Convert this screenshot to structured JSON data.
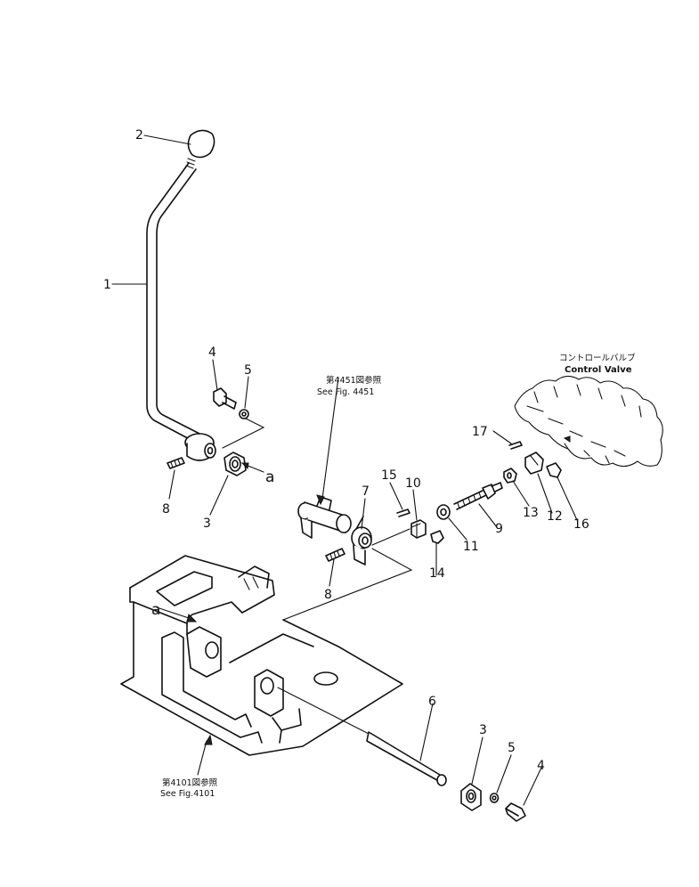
{
  "callouts": [
    {
      "id": "c1",
      "label": "1"
    },
    {
      "id": "c2",
      "label": "2"
    },
    {
      "id": "c3a",
      "label": "3"
    },
    {
      "id": "c3b",
      "label": "3"
    },
    {
      "id": "c4a",
      "label": "4"
    },
    {
      "id": "c4b",
      "label": "4"
    },
    {
      "id": "c5a",
      "label": "5"
    },
    {
      "id": "c5b",
      "label": "5"
    },
    {
      "id": "c6",
      "label": "6"
    },
    {
      "id": "c7",
      "label": "7"
    },
    {
      "id": "c8a",
      "label": "8"
    },
    {
      "id": "c8b",
      "label": "8"
    },
    {
      "id": "c9",
      "label": "9"
    },
    {
      "id": "c10",
      "label": "10"
    },
    {
      "id": "c11",
      "label": "11"
    },
    {
      "id": "c12",
      "label": "12"
    },
    {
      "id": "c13",
      "label": "13"
    },
    {
      "id": "c14",
      "label": "14"
    },
    {
      "id": "c15",
      "label": "15"
    },
    {
      "id": "c16",
      "label": "16"
    },
    {
      "id": "c17",
      "label": "17"
    }
  ],
  "markers": {
    "a_top": "a",
    "a_bottom": "a"
  },
  "notes": {
    "fig4451_jp": "第4451図参照",
    "fig4451_en": "See Fig. 4451",
    "fig4101_jp": "第4101図参照",
    "fig4101_en": "See Fig.4101",
    "control_valve_jp": "コントロールバルブ",
    "control_valve_en": "Control Valve"
  }
}
